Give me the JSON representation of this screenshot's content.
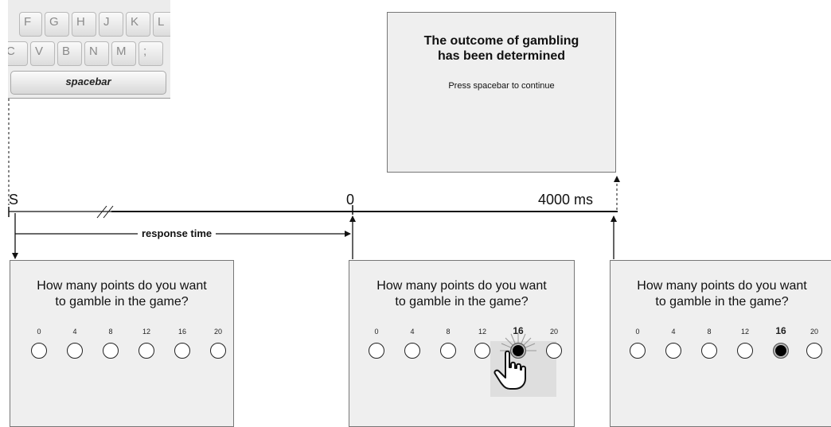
{
  "keyboard": {
    "row1": [
      "F",
      "G",
      "H",
      "J",
      "K",
      "L"
    ],
    "row2": [
      "C",
      "V",
      "B",
      "N",
      "M",
      ";"
    ],
    "spacebar_label": "spacebar"
  },
  "outcome_screen": {
    "line1": "The outcome of gambling",
    "line2": "has been determined",
    "instruction": "Press spacebar to continue"
  },
  "timeline": {
    "start_label": "S",
    "zero_label": "0",
    "end_label": "4000 ms",
    "response_label": "response time"
  },
  "panels": [
    {
      "question_line1": "How many points do you want",
      "question_line2": "to gamble in the game?",
      "options": [
        "0",
        "4",
        "8",
        "12",
        "16",
        "20"
      ],
      "selected_option": null,
      "cursor_shown": false
    },
    {
      "question_line1": "How many points do you want",
      "question_line2": "to gamble in the game?",
      "options": [
        "0",
        "4",
        "8",
        "12",
        "16",
        "20"
      ],
      "selected_option": "16",
      "cursor_shown": true
    },
    {
      "question_line1": "How many points do you want",
      "question_line2": "to gamble in the game?",
      "options": [
        "0",
        "4",
        "8",
        "12",
        "16",
        "20"
      ],
      "selected_option": "16",
      "cursor_shown": false
    }
  ],
  "colors": {
    "panel_background": "#efefef",
    "line_color": "#111111",
    "selected_fill": "#000000"
  }
}
